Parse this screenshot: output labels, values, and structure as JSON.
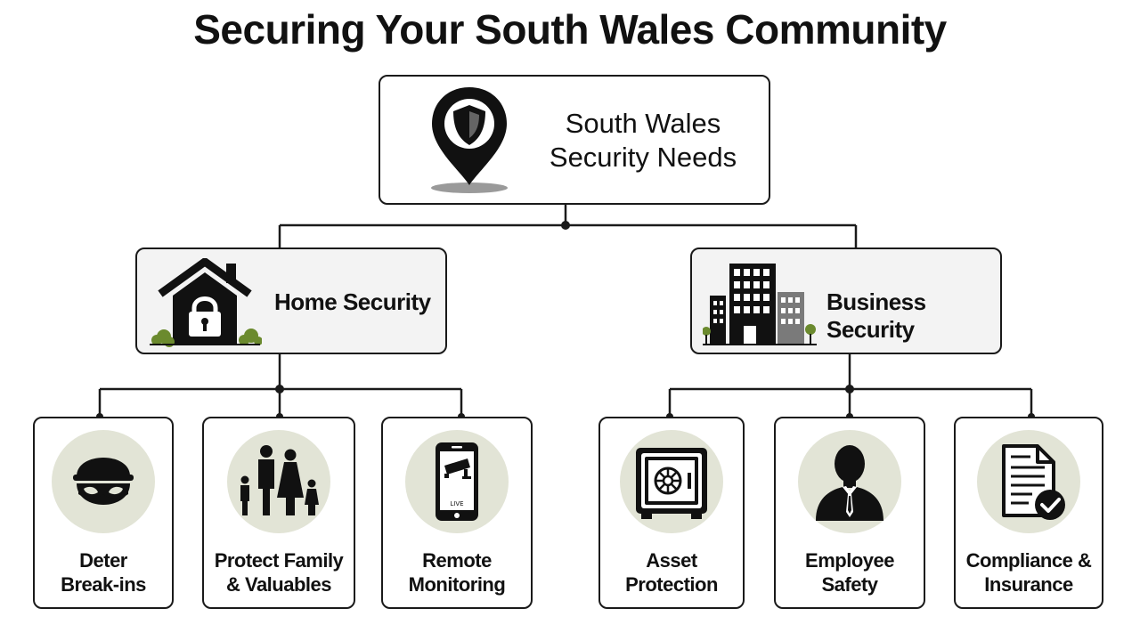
{
  "title": "Securing Your South Wales Community",
  "root": {
    "label_line1": "South Wales",
    "label_line2": "Security Needs",
    "icon": "location-shield-icon"
  },
  "categories": [
    {
      "label": "Home Security",
      "icon": "house-lock-icon"
    },
    {
      "label": "Business Security",
      "icon": "office-buildings-icon"
    }
  ],
  "leaves": [
    {
      "line1": "Deter",
      "line2": "Break-ins",
      "icon": "burglar-mask-icon"
    },
    {
      "line1": "Protect Family",
      "line2": "& Valuables",
      "icon": "family-icon"
    },
    {
      "line1": "Remote",
      "line2": "Monitoring",
      "icon": "phone-cctv-icon",
      "screen_text": "LIVE"
    },
    {
      "line1": "Asset",
      "line2": "Protection",
      "icon": "safe-icon"
    },
    {
      "line1": "Employee",
      "line2": "Safety",
      "icon": "employee-icon"
    },
    {
      "line1": "Compliance &",
      "line2": "Insurance",
      "icon": "document-check-icon"
    }
  ],
  "colors": {
    "stroke": "#1a1a1a",
    "icon_circle": "#e2e4d6",
    "category_fill": "#f3f3f3",
    "tree_green": "#6b8a2e"
  }
}
